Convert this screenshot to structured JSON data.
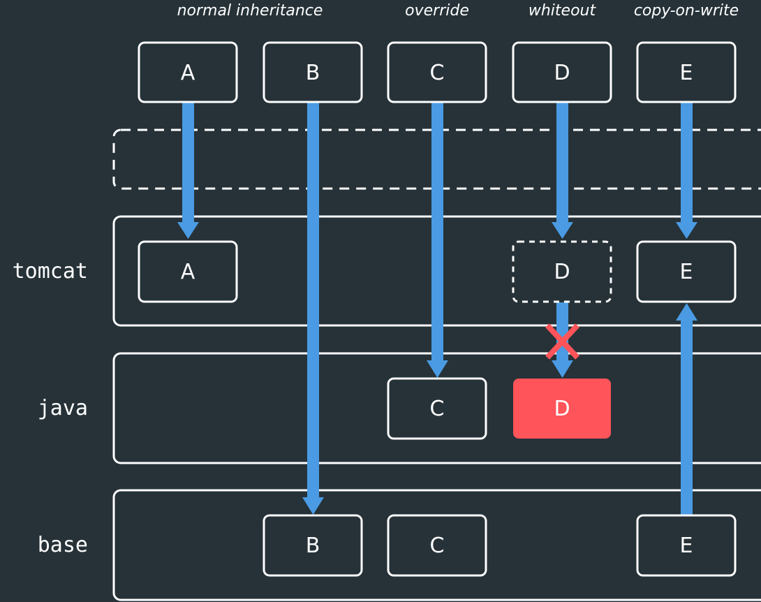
{
  "columns": [
    {
      "label": "normal inheritance"
    },
    {
      "label": "override"
    },
    {
      "label": "whiteout"
    },
    {
      "label": "copy-on-write"
    }
  ],
  "top_row": {
    "boxes": [
      "A",
      "B",
      "C",
      "D",
      "E"
    ]
  },
  "layers": {
    "tomcat": {
      "label": "tomcat",
      "boxes": {
        "a": "A",
        "d": "D",
        "e": "E"
      }
    },
    "java": {
      "label": "java",
      "boxes": {
        "c": "C",
        "d": "D"
      }
    },
    "base": {
      "label": "base",
      "boxes": {
        "b": "B",
        "c": "C",
        "e": "E"
      }
    }
  },
  "colors": {
    "background": "#263238",
    "arrow": "#4a9be3",
    "deleted": "#ff5459",
    "stroke": "#ffffff"
  }
}
